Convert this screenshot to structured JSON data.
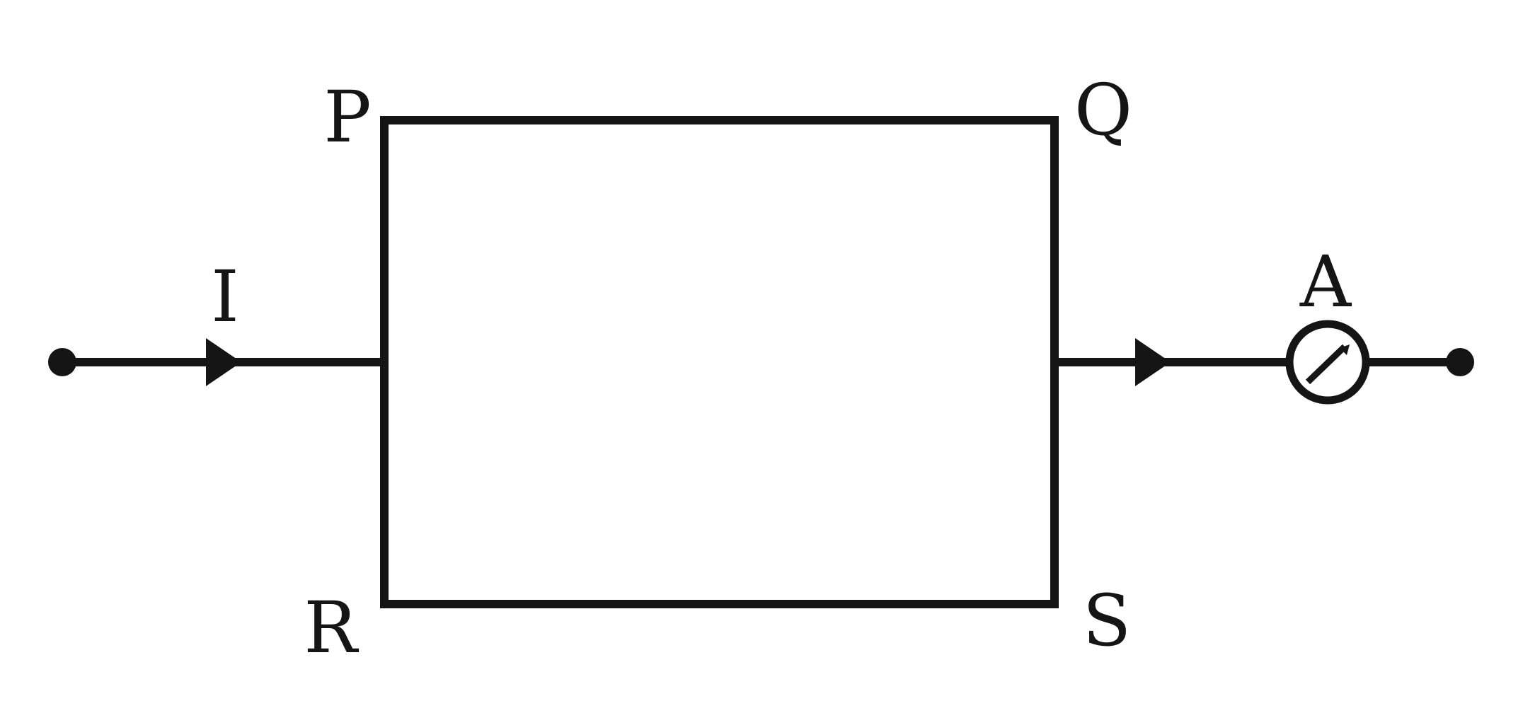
{
  "labels": {
    "p": "P",
    "q": "Q",
    "r": "R",
    "s": "S",
    "current": "I",
    "ammeter": "A"
  },
  "colors": {
    "wire": "#151515",
    "background": "#ffffff"
  }
}
